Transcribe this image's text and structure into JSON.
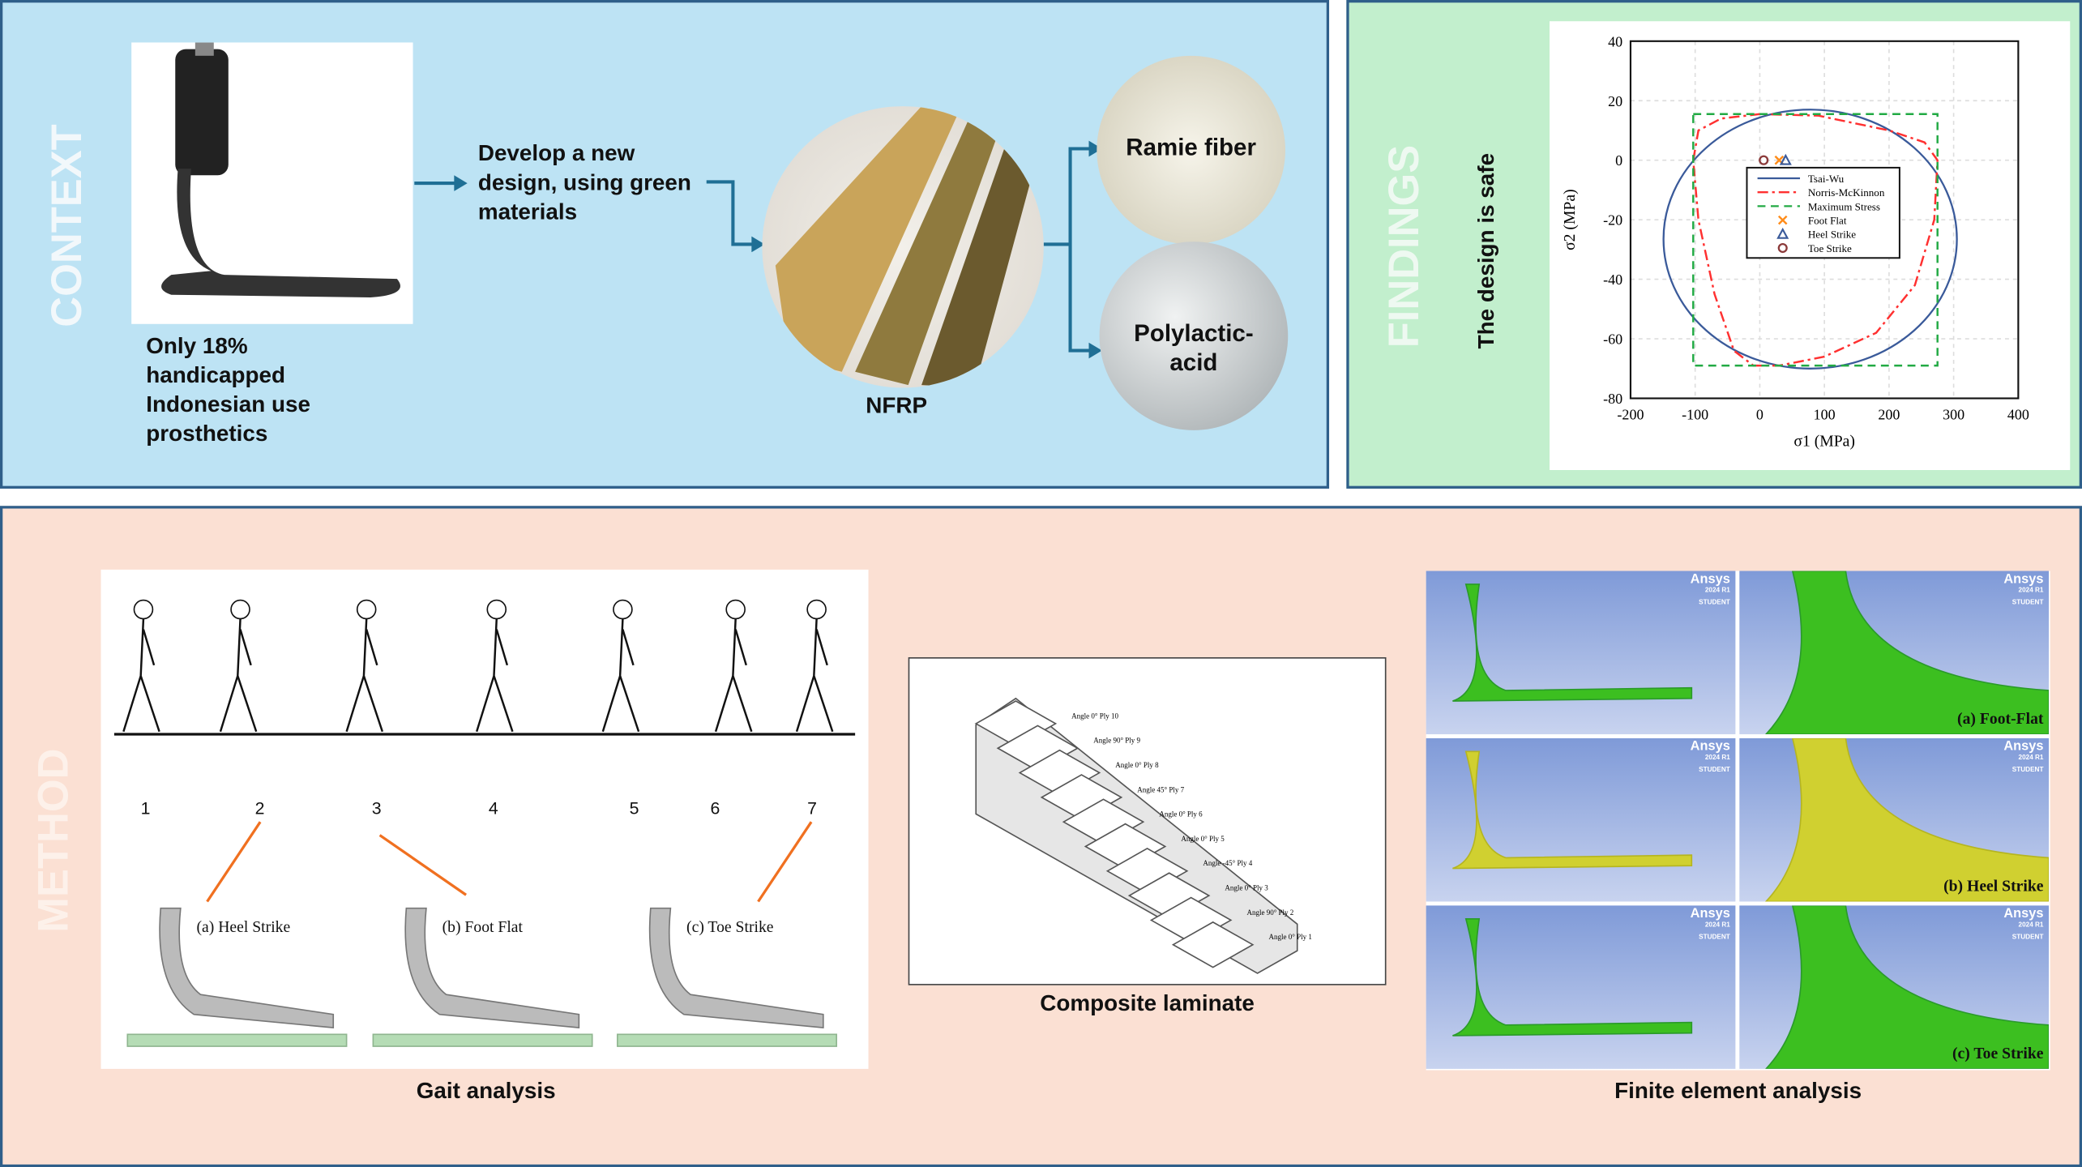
{
  "context": {
    "side_label": "CONTEXT",
    "stat_text": "Only 18% handicapped Indonesian use prosthetics",
    "goal_text": "Develop a new design, using green materials",
    "material_label": "NFRP",
    "component1": "Ramie fiber",
    "component2": "Polylactic-acid"
  },
  "findings": {
    "side_label": "FINDINGS",
    "statement": "The design is safe"
  },
  "chart_data": {
    "type": "line",
    "xlabel": "σ1 (MPa)",
    "ylabel": "σ2 (MPa)",
    "xlim": [
      -200,
      400
    ],
    "ylim": [
      -80,
      40
    ],
    "xticks": [
      -200,
      -100,
      0,
      100,
      200,
      300,
      400
    ],
    "yticks": [
      -80,
      -60,
      -40,
      -20,
      0,
      20,
      40
    ],
    "grid": true,
    "legend": "center",
    "series": [
      {
        "name": "Tsai-Wu",
        "color": "#3a5a9a",
        "style": "solid",
        "ellipse": {
          "cx": 78,
          "cy": -26.5,
          "rx": 227,
          "ry": 43.5
        }
      },
      {
        "name": "Norris-McKinnon",
        "color": "#ff3030",
        "style": "dashdot",
        "x": [
          -103,
          -95,
          -60,
          0,
          90,
          200,
          255,
          275,
          270,
          240,
          180,
          100,
          30,
          -10,
          -40,
          -70,
          -95,
          -103
        ],
        "y": [
          0,
          10,
          14,
          15.5,
          15,
          10,
          6,
          0,
          -20,
          -42,
          -58,
          -66,
          -69,
          -69,
          -64,
          -45,
          -20,
          0
        ]
      },
      {
        "name": "Maximum Stress",
        "color": "#22aa44",
        "style": "dashed",
        "x": [
          -103,
          275,
          275,
          -103,
          -103
        ],
        "y": [
          15.5,
          15.5,
          -69,
          -69,
          15.5
        ]
      }
    ],
    "points": [
      {
        "name": "Foot Flat",
        "marker": "x",
        "color": "#ff8c1a",
        "x": 30,
        "y": 0
      },
      {
        "name": "Heel Strike",
        "marker": "triangle",
        "color": "#3a5a9a",
        "x": 40,
        "y": 0
      },
      {
        "name": "Toe Strike",
        "marker": "circle",
        "color": "#8b3a3a",
        "x": 6,
        "y": 0
      }
    ]
  },
  "method": {
    "side_label": "METHOD",
    "gait": {
      "caption": "Gait analysis",
      "numbers": [
        "1",
        "2",
        "3",
        "4",
        "5",
        "6",
        "7"
      ],
      "phases": [
        "(a) Heel Strike",
        "(b) Foot Flat",
        "(c) Toe Strike"
      ]
    },
    "laminate": {
      "caption": "Composite laminate",
      "plies": [
        "Angle 0° Ply 10",
        "Angle 90° Ply 9",
        "Angle 0° Ply 8",
        "Angle 45° Ply 7",
        "Angle 0° Ply 6",
        "Angle 0° Ply 5",
        "Angle -45° Ply 4",
        "Angle 0° Ply 3",
        "Angle 90° Ply 2",
        "Angle 0° Ply 1"
      ]
    },
    "fea": {
      "caption": "Finite element analysis",
      "brand": "Ansys",
      "version": "2024 R1",
      "edition": "STUDENT",
      "cases": [
        "(a) Foot-Flat",
        "(b) Heel Strike",
        "(c) Toe Strike"
      ]
    }
  },
  "colors": {
    "context_bg": "#bde3f4",
    "findings_bg": "#c2efcd",
    "method_bg": "#fbe0d3",
    "border": "#2f5f8a"
  }
}
